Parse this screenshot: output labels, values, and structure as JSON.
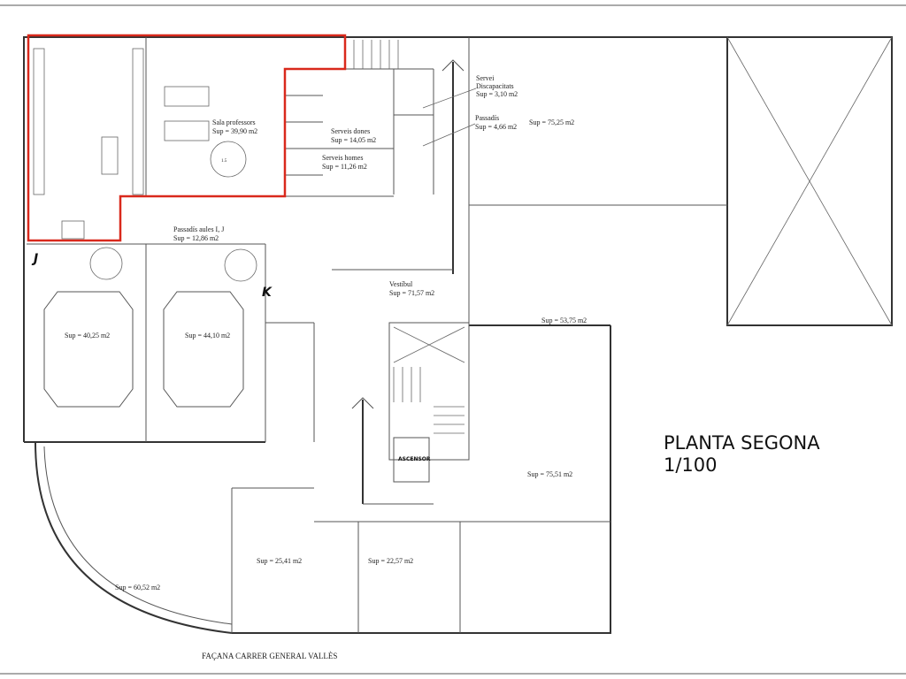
{
  "title": {
    "line1": "PLANTA SEGONA",
    "line2": "1/100"
  },
  "facade": "FAÇANA CARRER GENERAL VALLÈS",
  "highlight_color": "#d9291c",
  "rooms": {
    "sala_professors": {
      "name": "Sala professors",
      "area": "Sup = 39,90 m2"
    },
    "serveis_dones": {
      "name": "Serveis dones",
      "area": "Sup = 14,05 m2"
    },
    "serveis_homes": {
      "name": "Serveis homes",
      "area": "Sup = 11,26 m2"
    },
    "servei_discapacitats": {
      "name1": "Servei",
      "name2": "Discapacitats",
      "area": "Sup = 3,10 m2"
    },
    "passadis": {
      "name": "Passadís",
      "area": "Sup = 4,66 m2"
    },
    "room_7525": {
      "area": "Sup = 75,25 m2"
    },
    "passadis_aules": {
      "name": "Passadís aules I, J",
      "area": "Sup = 12,86 m2"
    },
    "vestibul": {
      "name": "Vestíbul",
      "area": "Sup = 71,57 m2"
    },
    "room_5375": {
      "area": "Sup = 53,75 m2"
    },
    "aula_j": {
      "letter": "J",
      "area": "Sup = 40,25 m2"
    },
    "aula_k": {
      "letter": "K",
      "area": "Sup = 44,10 m2"
    },
    "room_7551": {
      "area": "Sup = 75,51 m2"
    },
    "room_2541": {
      "area": "Sup = 25,41 m2"
    },
    "room_2257": {
      "area": "Sup = 22,57 m2"
    },
    "room_6052": {
      "area": "Sup = 60,52 m2"
    }
  },
  "elevator": "ASCENSOR",
  "turning_circle": "1.5"
}
